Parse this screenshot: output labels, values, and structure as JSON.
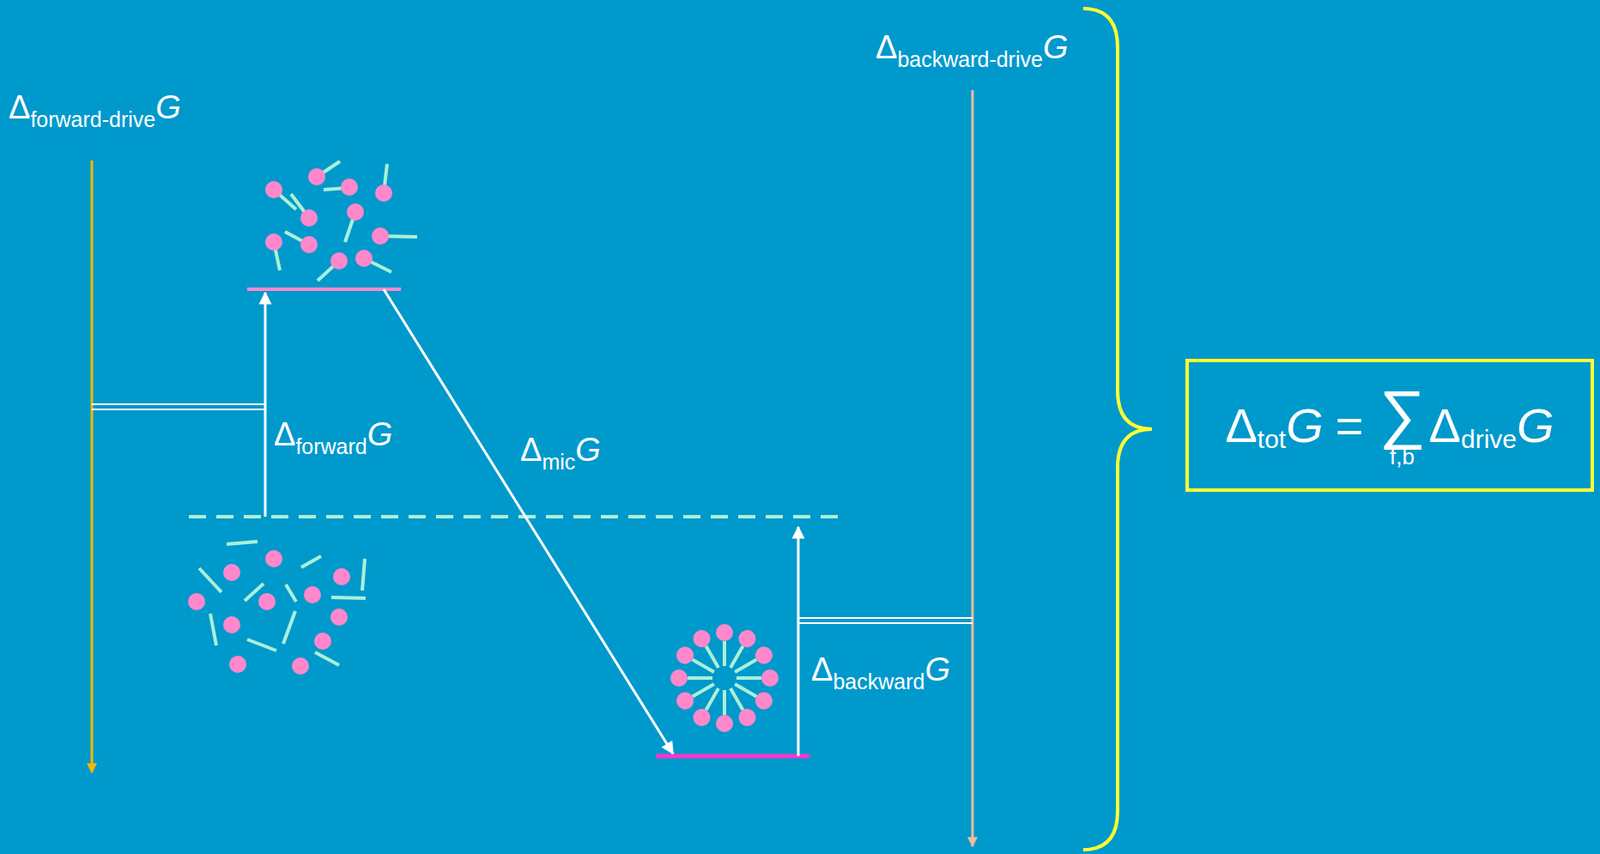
{
  "diagram": {
    "nodes": [
      {
        "text": [
          "Δ",
          "tot",
          "G",
          "=",
          "∑",
          "f,b",
          "Δ",
          "drive",
          "G"
        ]
      }
    ],
    "labels": [
      "Δ",
      "forward-drive",
      "G",
      "Δ",
      "forward",
      "G",
      "Δ",
      "mic",
      "G",
      "Δ",
      "backward",
      "G",
      "Δ",
      "backward-drive",
      "G"
    ]
  }
}
